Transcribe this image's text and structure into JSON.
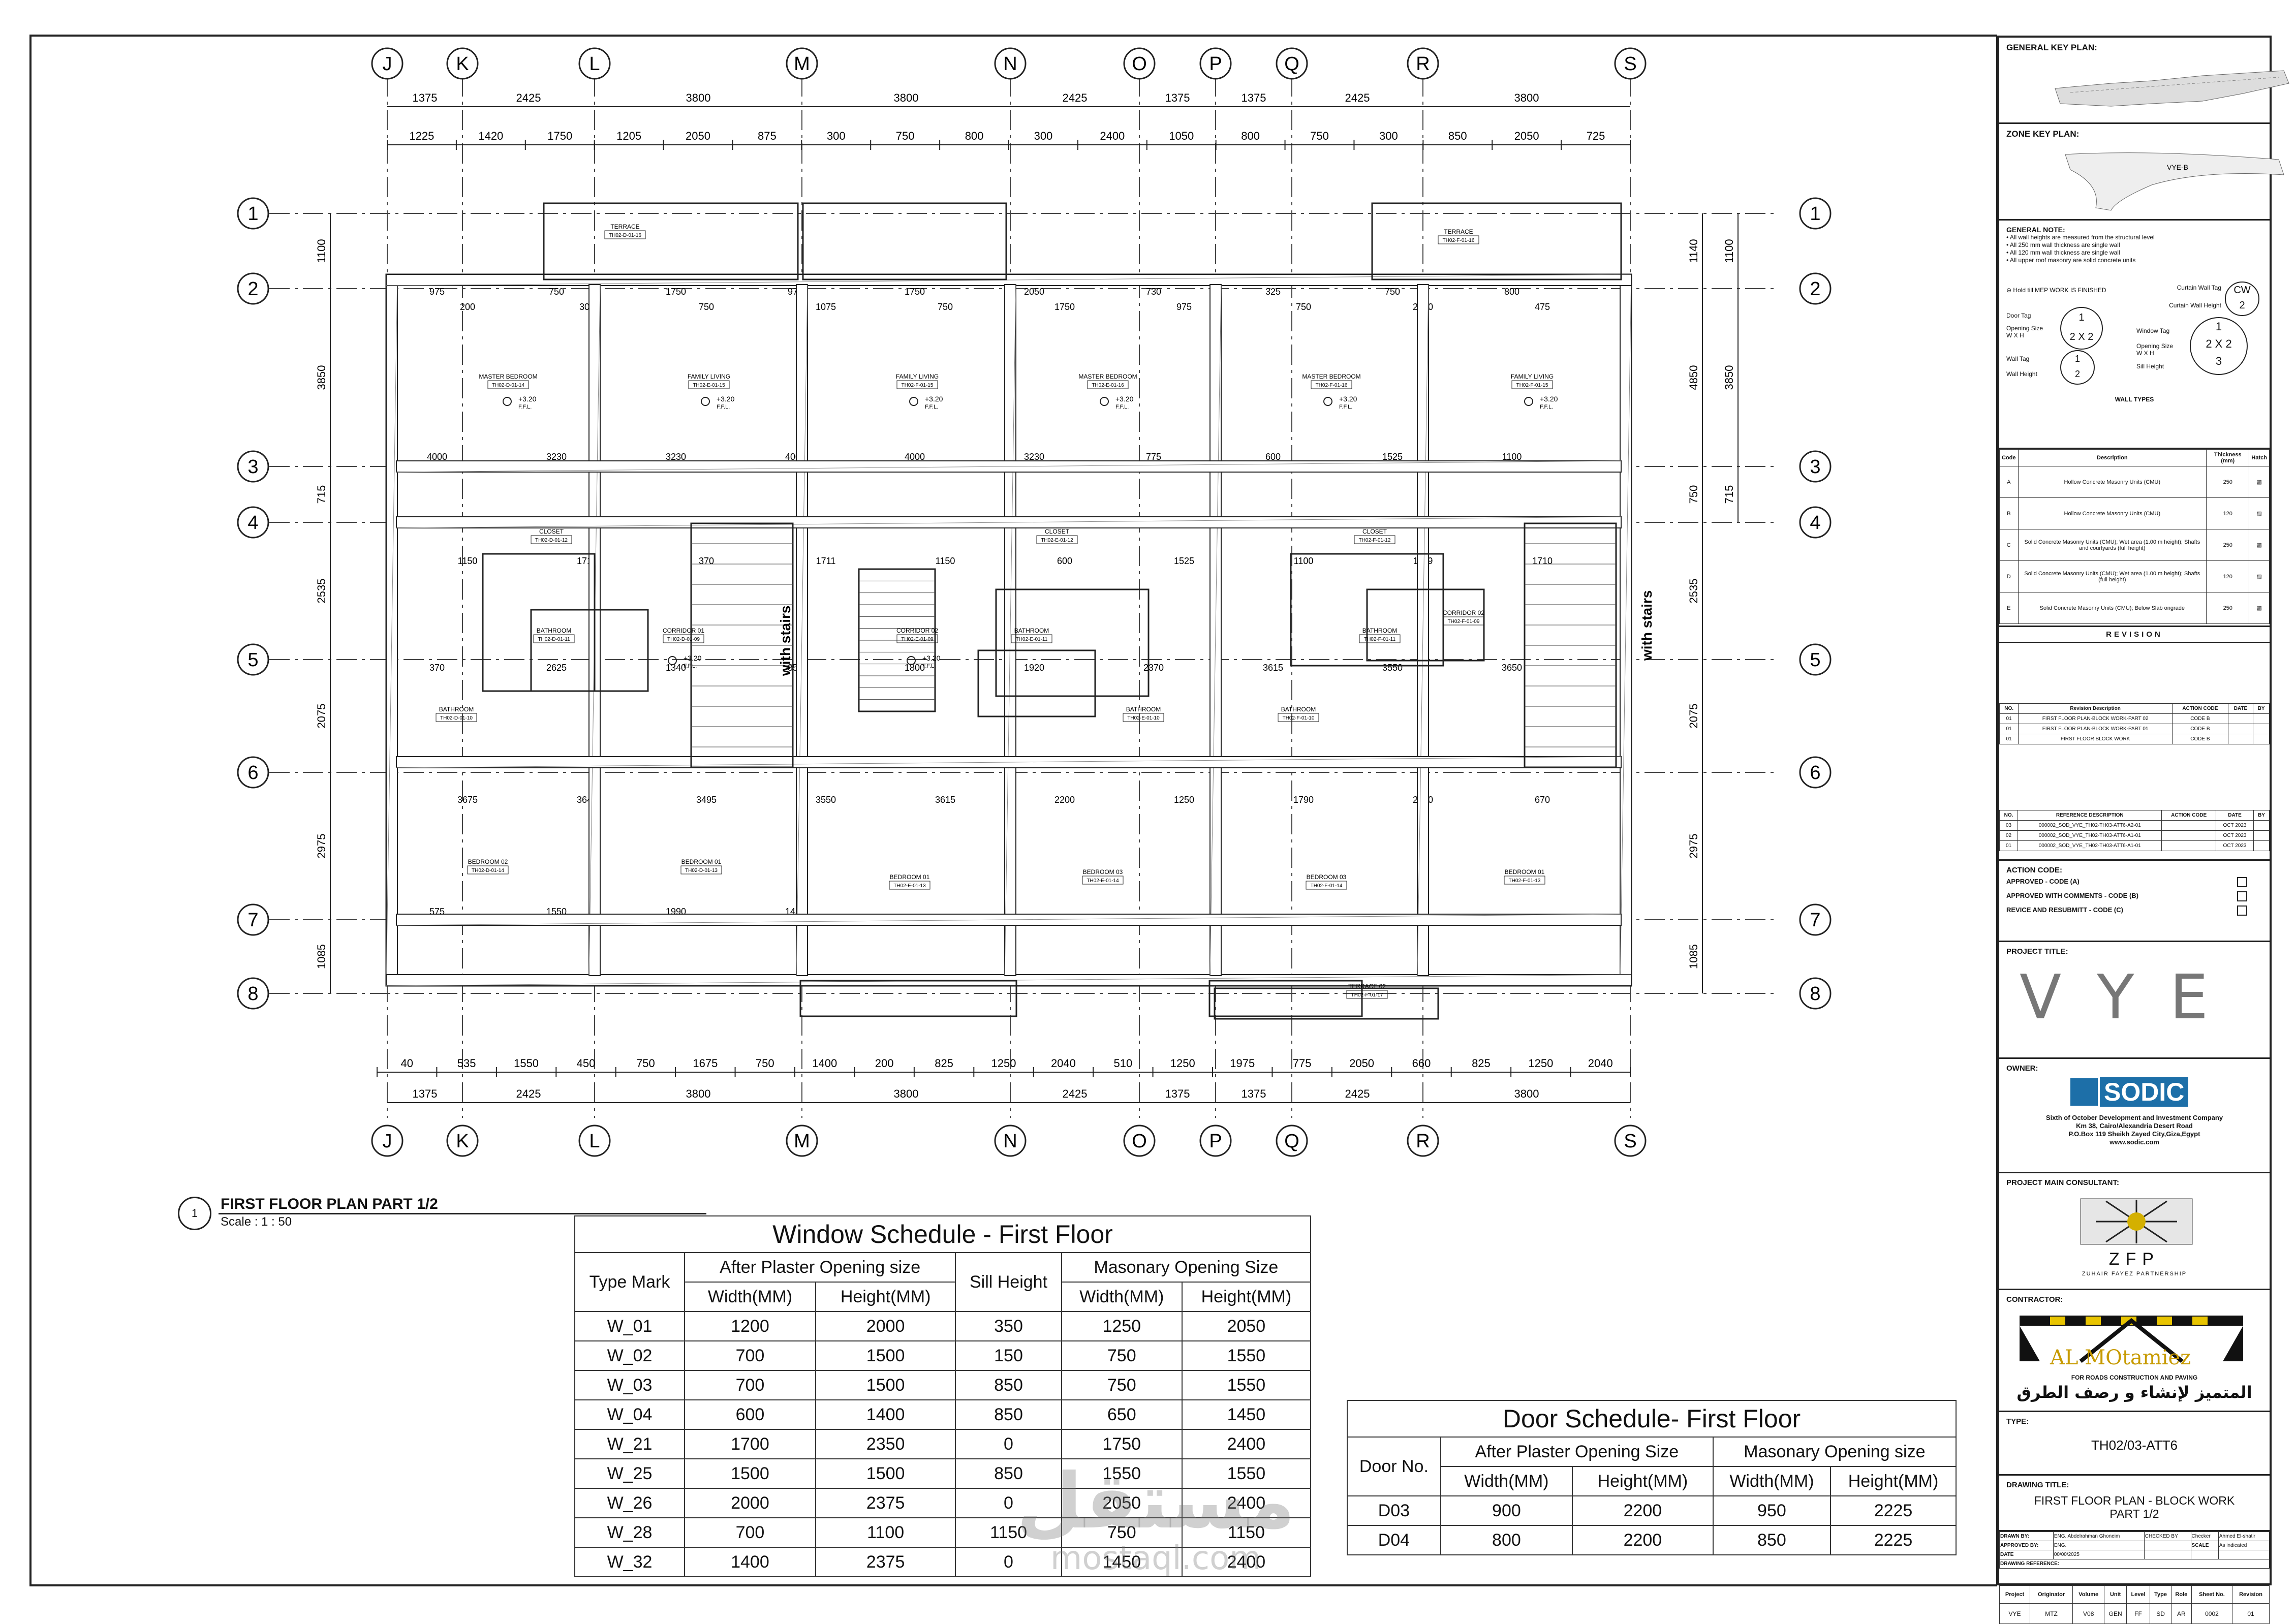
{
  "grid": {
    "columns": [
      {
        "label": "J"
      },
      {
        "label": "K"
      },
      {
        "label": "L"
      },
      {
        "label": "M"
      },
      {
        "label": "N"
      },
      {
        "label": "O"
      },
      {
        "label": "P"
      },
      {
        "label": "Q"
      },
      {
        "label": "R"
      },
      {
        "label": "S"
      }
    ],
    "rows": [
      {
        "label": "1"
      },
      {
        "label": "2"
      },
      {
        "label": "3"
      },
      {
        "label": "4"
      },
      {
        "label": "5"
      },
      {
        "label": "6"
      },
      {
        "label": "7"
      },
      {
        "label": "8"
      }
    ],
    "top_dims_1": [
      "1375",
      "2425",
      "3800",
      "3800",
      "2425",
      "1375",
      "1375",
      "2425",
      "3800"
    ],
    "top_dims_2": [
      "1225",
      "1420",
      "1750",
      "1205",
      "2050",
      "875",
      "300",
      "750",
      "800",
      "300",
      "2400",
      "1050",
      "800",
      "750",
      "300",
      "850",
      "2050",
      "725"
    ],
    "bottom_dims_1": [
      "1375",
      "2425",
      "3800",
      "3800",
      "2425",
      "1375",
      "1375",
      "2425",
      "3800"
    ],
    "bottom_dims_2": [
      "40",
      "535",
      "1550",
      "450",
      "750",
      "1675",
      "750",
      "1400",
      "200",
      "825",
      "1250",
      "2040",
      "510",
      "1250",
      "1975",
      "775",
      "2050",
      "660",
      "825",
      "1250",
      "2040"
    ],
    "left_dims": [
      "1100",
      "3850",
      "715",
      "2535",
      "2075",
      "2975",
      "1085"
    ],
    "right_dims": [
      "1140",
      "4850",
      "750",
      "2535",
      "2075",
      "2975",
      "1085"
    ],
    "right_dims_b": [
      "1100",
      "3850",
      "715"
    ]
  },
  "rooms": [
    {
      "name": "MASTER BEDROOM",
      "tag": "TH02-D-01-14"
    },
    {
      "name": "FAMILY LIVING",
      "tag": "TH02-E-01-15"
    },
    {
      "name": "FAMILY LIVING",
      "tag": "TH02-F-01-15"
    },
    {
      "name": "MASTER BEDROOM",
      "tag": "TH02-E-01-16"
    },
    {
      "name": "MASTER BEDROOM",
      "tag": "TH02-F-01-16"
    },
    {
      "name": "FAMILY LIVING",
      "tag": "TH02-F-01-15"
    },
    {
      "name": "CLOSET",
      "tag": "TH02-D-01-12"
    },
    {
      "name": "CLOSET",
      "tag": "TH02-E-01-12"
    },
    {
      "name": "CLOSET",
      "tag": "TH02-F-01-12"
    },
    {
      "name": "BATHROOM",
      "tag": "TH02-D-01-11"
    },
    {
      "name": "CORRIDOR 01",
      "tag": "TH02-D-01-09"
    },
    {
      "name": "CORRIDOR 02",
      "tag": "TH02-E-01-09"
    },
    {
      "name": "BATHROOM",
      "tag": "TH02-E-01-11"
    },
    {
      "name": "BATHROOM",
      "tag": "TH02-F-01-11"
    },
    {
      "name": "CORRIDOR 02",
      "tag": "TH02-F-01-09"
    },
    {
      "name": "BATHROOM",
      "tag": "TH02-D-01-10"
    },
    {
      "name": "BATHROOM",
      "tag": "TH02-E-01-10"
    },
    {
      "name": "BATHROOM",
      "tag": "TH02-F-01-10"
    },
    {
      "name": "BEDROOM 02",
      "tag": "TH02-D-01-14"
    },
    {
      "name": "BEDROOM 01",
      "tag": "TH02-D-01-13"
    },
    {
      "name": "BEDROOM 01",
      "tag": "TH02-E-01-13"
    },
    {
      "name": "BEDROOM 03",
      "tag": "TH02-E-01-14"
    },
    {
      "name": "BEDROOM 03",
      "tag": "TH02-F-01-14"
    },
    {
      "name": "BEDROOM 01",
      "tag": "TH02-F-01-13"
    },
    {
      "name": "TERRACE",
      "tag": "TH02-D-01-16"
    },
    {
      "name": "TERRACE",
      "tag": "TH02-F-01-16"
    },
    {
      "name": "TERRACE 02",
      "tag": "TH02-F-01-17"
    }
  ],
  "stairs_label": "with stairs",
  "level_mark": "+3.20",
  "level_mark_sub": "F.F.L.",
  "inner_dims": [
    "975",
    "750",
    "1750",
    "975",
    "1750",
    "2050",
    "730",
    "325",
    "750",
    "800",
    "200",
    "300",
    "750",
    "1075",
    "750",
    "1750",
    "975",
    "750",
    "2050",
    "475",
    "4000",
    "3230",
    "3230",
    "4000",
    "4000",
    "3230",
    "775",
    "600",
    "1525",
    "1100",
    "1150",
    "1710",
    "370",
    "1711",
    "1150",
    "600",
    "1525",
    "1100",
    "1149",
    "1710",
    "370",
    "2625",
    "1340",
    "850",
    "1800",
    "1920",
    "2370",
    "3615",
    "3550",
    "3650",
    "3675",
    "3645",
    "3495",
    "3550",
    "3615",
    "2200",
    "1250",
    "1790",
    "2060",
    "670",
    "575",
    "1550",
    "1990",
    "1450"
  ],
  "plan_caption": {
    "number": "1",
    "title": "FIRST FLOOR PLAN PART 1/2",
    "scale": "Scale : 1 : 50"
  },
  "window_schedule": {
    "title": "Window Schedule - First Floor",
    "h_type": "Type Mark",
    "h_after": "After Plaster Opening size",
    "h_sill": "Sill Height",
    "h_mason": "Masonary Opening Size",
    "h_w": "Width(MM)",
    "h_h": "Height(MM)",
    "rows": [
      [
        "W_01",
        "1200",
        "2000",
        "350",
        "1250",
        "2050"
      ],
      [
        "W_02",
        "700",
        "1500",
        "150",
        "750",
        "1550"
      ],
      [
        "W_03",
        "700",
        "1500",
        "850",
        "750",
        "1550"
      ],
      [
        "W_04",
        "600",
        "1400",
        "850",
        "650",
        "1450"
      ],
      [
        "W_21",
        "1700",
        "2350",
        "0",
        "1750",
        "2400"
      ],
      [
        "W_25",
        "1500",
        "1500",
        "850",
        "1550",
        "1550"
      ],
      [
        "W_26",
        "2000",
        "2375",
        "0",
        "2050",
        "2400"
      ],
      [
        "W_28",
        "700",
        "1100",
        "1150",
        "750",
        "1150"
      ],
      [
        "W_32",
        "1400",
        "2375",
        "0",
        "1450",
        "2400"
      ]
    ]
  },
  "door_schedule": {
    "title": "Door Schedule- First Floor",
    "h_no": "Door No.",
    "h_after": "After Plaster Opening Size",
    "h_mason": "Masonary Opening size",
    "h_w": "Width(MM)",
    "h_h": "Height(MM)",
    "rows": [
      [
        "D03",
        "900",
        "2200",
        "950",
        "2225"
      ],
      [
        "D04",
        "800",
        "2200",
        "850",
        "2225"
      ]
    ]
  },
  "watermark": {
    "line1": "مستقل",
    "line2": "mostaql.com"
  },
  "title_block": {
    "general_key_plan": "GENERAL KEY PLAN:",
    "zone_key_plan": "ZONE KEY PLAN:",
    "zone_label": "VYE-B",
    "general_note_title": "GENERAL NOTE:",
    "general_notes": [
      "• All wall heights are measured from the structural level",
      "• All 250 mm wall thickness are single wall",
      "• All 120 mm wall thickness are single wall",
      "• All upper roof masonry are solid concrete units"
    ],
    "legend": {
      "hold_mep": "Hold till MEP WORK IS FINISHED",
      "curtain_wall_tag": "Curtain Wall Tag",
      "curtain_wall_height": "Curtain Wall Height",
      "cw": "CW",
      "cw_num": "2",
      "door_tag": "Door Tag",
      "opening_size": "Opening Size",
      "wxh": "W  X  H",
      "one": "1",
      "two": "2",
      "three": "3",
      "two_x_two": "2 X 2",
      "window_tag": "Window Tag",
      "wall_tag": "Wall Tag",
      "wall_height": "Wall Height",
      "sill_height": "Sill Height"
    },
    "wall_types_title": "WALL TYPES",
    "wall_types_headers": [
      "Code",
      "Description",
      "Thickness (mm)",
      "Hatch"
    ],
    "wall_types": [
      [
        "A",
        "Hollow Concrete Masonry Units (CMU)",
        "250"
      ],
      [
        "B",
        "Hollow Concrete Masonry Units (CMU)",
        "120"
      ],
      [
        "C",
        "Solid Concrete Masonry Units (CMU); Wet area (1.00 m height); Shafts and courtyards (full height)",
        "250"
      ],
      [
        "D",
        "Solid Concrete Masonry Units (CMU); Wet area (1.00 m height); Shafts (full height)",
        "120"
      ],
      [
        "E",
        "Solid Concrete Masonry Units (CMU); Below Slab ongrade",
        "250"
      ]
    ],
    "revision_title": "REVISION",
    "revision_rows": [
      [
        "01",
        "FIRST FLOOR PLAN-BLOCK WORK-PART 02",
        "CODE B",
        ""
      ],
      [
        "01",
        "FIRST FLOOR PLAN-BLOCK WORK-PART 01",
        "CODE B",
        ""
      ],
      [
        "01",
        "FIRST FLOOR BLOCK WORK",
        "CODE B",
        ""
      ]
    ],
    "revision_head": [
      "NO.",
      "Revision Description",
      "ACTION CODE",
      "DATE",
      "BY"
    ],
    "revision_rows_2": [
      [
        "03",
        "000002_SOD_VYE_TH02-TH03-ATT6-A2-01",
        "",
        "OCT 2023"
      ],
      [
        "02",
        "000002_SOD_VYE_TH02-TH03-ATT6-A1-01",
        "",
        "OCT 2023"
      ],
      [
        "01",
        "000002_SOD_VYE_TH02-TH03-ATT6-A1-01",
        "",
        "OCT 2023"
      ]
    ],
    "revision_head_2": [
      "NO.",
      "REFERENCE DESCRIPTION",
      "ACTION CODE",
      "DATE",
      "BY"
    ],
    "action_code_title": "ACTION CODE:",
    "action_codes": [
      "APPROVED - CODE (A)",
      "APPROVED WITH COMMENTS - CODE (B)",
      "REVICE AND RESUBMITT - CODE (C)"
    ],
    "project_title_label": "PROJECT TITLE:",
    "project_name": "VYE",
    "owner_label": "OWNER:",
    "owner_logo": "SODIC",
    "owner_lines": [
      "Sixth of October Development and Investment Company",
      "Km 38, Cairo/Alexandria Desert Road",
      "P.O.Box 119 Sheikh Zayed City,Giza,Egypt",
      "www.sodic.com"
    ],
    "consultant_label": "PROJECT MAIN CONSULTANT:",
    "consultant_name": "ZFP",
    "consultant_full": "ZUHAIR FAYEZ PARTNERSHIP",
    "contractor_label": "CONTRACTOR:",
    "contractor_name": "AL MOtamiez",
    "contractor_sub": "FOR ROADS CONSTRUCTION AND PAVING",
    "contractor_arabic": "المتميز لإنشاء و رصف الطرق",
    "type_label": "TYPE:",
    "type_value": "TH02/03-ATT6",
    "drawing_title_label": "DRAWING TITLE:",
    "drawing_title": "FIRST FLOOR PLAN - BLOCK WORK PART 1/2",
    "drawn_by": "DRAWN BY:",
    "drawn_by_val": "ENG. Abdelrahman Ghoneim",
    "checked_by": "CHECKED BY",
    "approved_by": "APPROVED BY:",
    "approved_by_val": "ENG.",
    "checker": "Checker",
    "checker_val": "Ahmed El-shatir",
    "date_label": "DATE",
    "date_val": "00/00/2025",
    "scale_label": "SCALE",
    "scale_val": "As indicated",
    "drawing_reference": "DRAWING REFERENCE:",
    "ref_headers": [
      "Project",
      "Originator",
      "Volume",
      "Unit",
      "Level",
      "Type",
      "Role",
      "Sheet No.",
      "Revision"
    ],
    "ref_values": [
      "VYE",
      "MTZ",
      "V08",
      "GEN",
      "FF",
      "SD",
      "AR",
      "0002",
      "01"
    ]
  }
}
